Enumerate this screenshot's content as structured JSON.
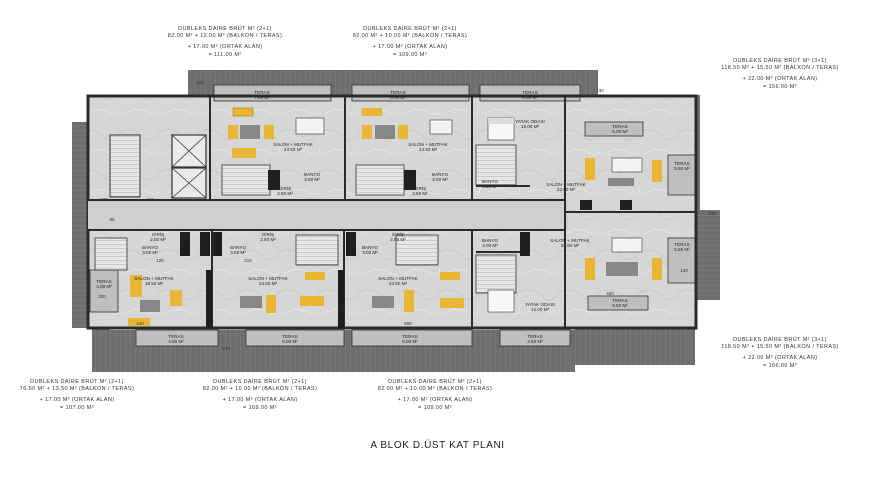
{
  "page_title": "A  BLOK D.ÜST  KAT PLANI",
  "unit_summaries": [
    {
      "line1": "DUBLEKS DAİRE BRÜT M² (2+1)",
      "line2": "82.00 M² + 12.00 M² (BALKON / TERAS)",
      "line3": "+ 17.00 M² (ORTAK ALAN)",
      "line4": "= 111.00 M²"
    },
    {
      "line1": "DUBLEKS DAİRE BRÜT M² (2+1)",
      "line2": "82.00 M² + 10.00 M² (BALKON / TERAS)",
      "line3": "+ 17.00 M² (ORTAK ALAN)",
      "line4": "= 109.00 M²"
    },
    {
      "line1": "DUBLEKS DAİRE BRÜT M² (3+1)",
      "line2": "118.50 M² + 15.50 M² (BALKON / TERAS)",
      "line3": "+ 22.00 M² (ORTAK ALAN)",
      "line4": "= 156.00 M²"
    },
    {
      "line1": "DUBLEKS DAİRE BRÜT M² (3+1)",
      "line2": "118.50 M² + 15.50 M² (BALKON / TERAS)",
      "line3": "+ 22.00 M² (ORTAK ALAN)",
      "line4": "= 156.00 M²"
    },
    {
      "line1": "DUBLEKS DAİRE BRÜT M² (2+1)",
      "line2": "76.50 M² + 13.50 M² (BALKON / TERAS)",
      "line3": "+ 17.00 M² (ORTAK ALAN)",
      "line4": "= 107.00 M²"
    },
    {
      "line1": "DUBLEKS DAİRE BRÜT M² (2+1)",
      "line2": "82.00 M² + 10.00 M² (BALKON / TERAS)",
      "line3": "+ 17.00 M² (ORTAK ALAN)",
      "line4": "= 109.00 M²"
    },
    {
      "line1": "DUBLEKS DAİRE BRÜT M² (2+1)",
      "line2": "82.00 M² + 10.00 M² (BALKON / TERAS)",
      "line3": "+ 17.00 M² (ORTAK ALAN)",
      "line4": "= 109.00 M²"
    }
  ],
  "rooms": [
    {
      "name": "TERAS",
      "area": "7.00 M²"
    },
    {
      "name": "SALON + MUTFAK",
      "area": "24.50 M²"
    },
    {
      "name": "BANYO",
      "area": "3.00 M²"
    },
    {
      "name": "GİRİŞ",
      "area": "2.50 M²"
    },
    {
      "name": "TERAS",
      "area": "5.00 M²"
    },
    {
      "name": "SALON + MUTFAK",
      "area": "24.50 M²"
    },
    {
      "name": "BANYO",
      "area": "3.00 M²"
    },
    {
      "name": "GİRİŞ",
      "area": "2.50 M²"
    },
    {
      "name": "TERAS",
      "area": "4.50 M²"
    },
    {
      "name": "YATAK ODASI",
      "area": "12.00 M²"
    },
    {
      "name": "BANYO",
      "area": "3.00 M²"
    },
    {
      "name": "TERAS",
      "area": "5.00 M²"
    },
    {
      "name": "SALON + MUTFAK",
      "area": "32.50 M²"
    },
    {
      "name": "TERAS",
      "area": "5.50 M²"
    },
    {
      "name": "GİRİŞ",
      "area": "2.50 M²"
    },
    {
      "name": "BANYO",
      "area": "3.00 M²"
    },
    {
      "name": "SALON + MUTFAK",
      "area": "18.50 M²"
    },
    {
      "name": "TERAS",
      "area": "4.00 M²"
    },
    {
      "name": "TERAS",
      "area": "4.50 M²"
    },
    {
      "name": "GİRİŞ",
      "area": "2.50 M²"
    },
    {
      "name": "BANYO",
      "area": "3.00 M²"
    },
    {
      "name": "SALON + MUTFAK",
      "area": "24.50 M²"
    },
    {
      "name": "TERAS",
      "area": "5.00 M²"
    },
    {
      "name": "GİRİŞ",
      "area": "2.50 M²"
    },
    {
      "name": "BANYO",
      "area": "3.00 M²"
    },
    {
      "name": "SALON + MUTFAK",
      "area": "24.50 M²"
    },
    {
      "name": "TERAS",
      "area": "5.00 M²"
    },
    {
      "name": "BANYO",
      "area": "3.00 M²"
    },
    {
      "name": "SALON + MUTFAK",
      "area": "32.50 M²"
    },
    {
      "name": "YATAK ODASI",
      "area": "12.00 M²"
    },
    {
      "name": "TERAS",
      "area": "5.50 M²"
    },
    {
      "name": "TERAS",
      "area": "5.50 M²"
    },
    {
      "name": "TERAS",
      "area": "4.50 M²"
    }
  ],
  "dimensions": [
    "130",
    "120",
    "150",
    "90",
    "120",
    "210",
    "240",
    "440",
    "450",
    "600",
    "320",
    "120",
    "220",
    "130",
    "240"
  ],
  "colors": {
    "roof": "#6e6e6e",
    "roof_line": "#8a8a8a",
    "wall": "#2a2a2a",
    "marble": "#d9d9d9",
    "terrace": "#bdbdbd",
    "sofa": "#e8b630",
    "label_bg": "#f3f3f3"
  }
}
